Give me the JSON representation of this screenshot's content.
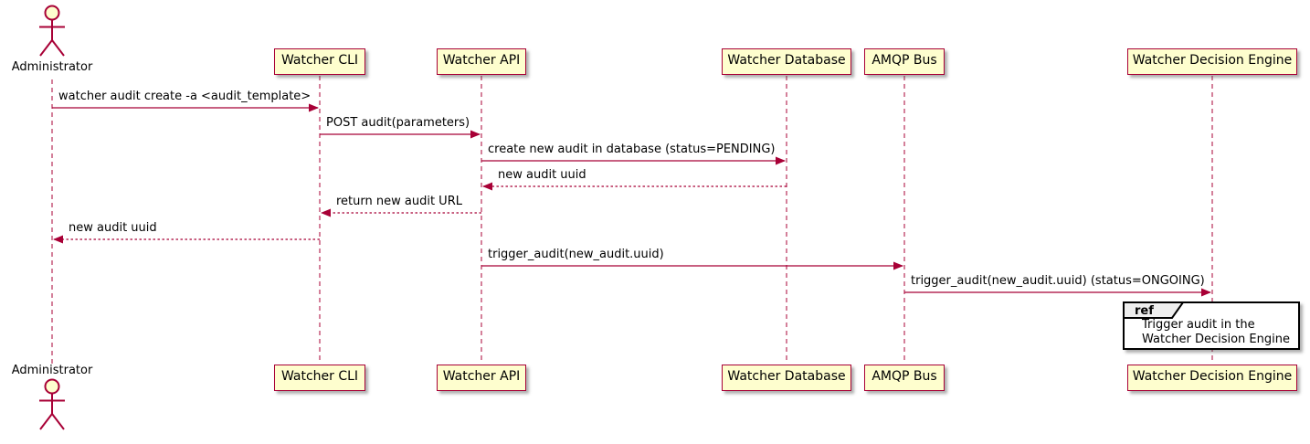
{
  "diagram": {
    "type": "uml-sequence",
    "participants": [
      {
        "id": "admin",
        "label": "Administrator",
        "kind": "actor"
      },
      {
        "id": "cli",
        "label": "Watcher CLI",
        "kind": "participant"
      },
      {
        "id": "api",
        "label": "Watcher API",
        "kind": "participant"
      },
      {
        "id": "db",
        "label": "Watcher Database",
        "kind": "participant"
      },
      {
        "id": "amqp",
        "label": "AMQP Bus",
        "kind": "participant"
      },
      {
        "id": "wde",
        "label": "Watcher Decision Engine",
        "kind": "participant"
      }
    ],
    "messages": [
      {
        "from": "admin",
        "to": "cli",
        "style": "solid",
        "label": "watcher audit create -a <audit_template>"
      },
      {
        "from": "cli",
        "to": "api",
        "style": "solid",
        "label": "POST audit(parameters)"
      },
      {
        "from": "api",
        "to": "db",
        "style": "solid",
        "label": "create new audit in database (status=PENDING)"
      },
      {
        "from": "db",
        "to": "api",
        "style": "dashed",
        "label": "new audit uuid"
      },
      {
        "from": "api",
        "to": "cli",
        "style": "dashed",
        "label": "return new audit URL"
      },
      {
        "from": "cli",
        "to": "admin",
        "style": "dashed",
        "label": "new audit uuid"
      },
      {
        "from": "api",
        "to": "amqp",
        "style": "solid",
        "label": "trigger_audit(new_audit.uuid)"
      },
      {
        "from": "amqp",
        "to": "wde",
        "style": "solid",
        "label": "trigger_audit(new_audit.uuid) (status=ONGOING)"
      }
    ],
    "ref_fragment": {
      "keyword": "ref",
      "over": "wde",
      "lines": [
        "Trigger audit in the",
        "Watcher Decision Engine"
      ]
    },
    "colors": {
      "participant_fill": "#fefece",
      "participant_border": "#a80036",
      "arrow": "#a80036",
      "lifeline": "#a80036",
      "ref_border": "#000000",
      "ref_tab_fill": "#eeeeee",
      "text": "#000000",
      "background": "#ffffff"
    }
  }
}
